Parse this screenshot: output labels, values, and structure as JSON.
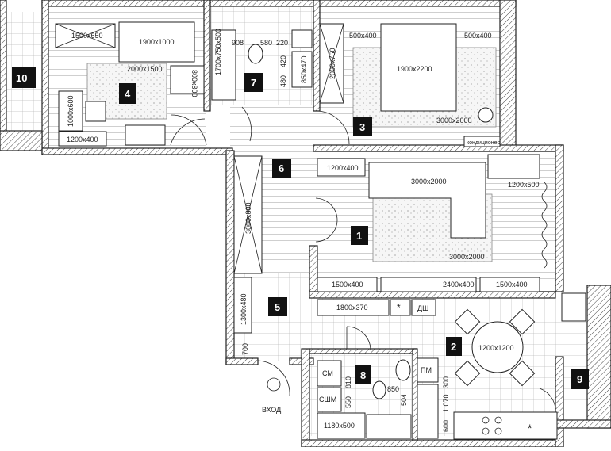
{
  "rooms": [
    "1",
    "2",
    "3",
    "4",
    "5",
    "6",
    "7",
    "8",
    "9",
    "10"
  ],
  "labels": {
    "wardrobe_1500x650": "1500x650",
    "bed_1900x1000": "1900x1000",
    "rug_2000x1500": "2000x1500",
    "chair_800x800": "800x800",
    "desk_1000x600": "1000x600",
    "chest_1200x400_r4": "1200x400",
    "bath_1700": "1700x750x500",
    "dim_908": "908",
    "dim_580": "580",
    "dim_220": "220",
    "dim_420": "420",
    "dim_480": "480",
    "sink_850x470": "850x470",
    "wardrobe_2000x750": "2000x750",
    "night_500x400_a": "500x400",
    "night_500x400_b": "500x400",
    "bed_1900x2200": "1900x2200",
    "rug_3000x2000_r3": "3000x2000",
    "ac": "кондиционер",
    "chest_1200x400_r1": "1200x400",
    "sofa_3000x2000": "3000x2000",
    "desk_1200x500": "1200x500",
    "rug_3000x2000_r1": "3000x2000",
    "wardrobe_3000x800": "3000x800",
    "unit_1500x400_a": "1500x400",
    "tv_2400x400": "2400x400",
    "unit_1500x400_b": "1500x400",
    "shelf_1300x480": "1300x480",
    "shelf_1800x370": "1800x370",
    "dw": "ДШ",
    "table_1200x1200": "1200x1200",
    "dim_700": "700",
    "entrance": "ВХОД",
    "sm": "СМ",
    "sshm": "СШМ",
    "pm": "ПМ",
    "dim_810": "810",
    "dim_850": "850",
    "dim_504": "504",
    "dim_550": "550",
    "cab_1180x500": "1180x500",
    "dim_300": "300",
    "dim_1070": "1 070",
    "dim_600": "600"
  }
}
